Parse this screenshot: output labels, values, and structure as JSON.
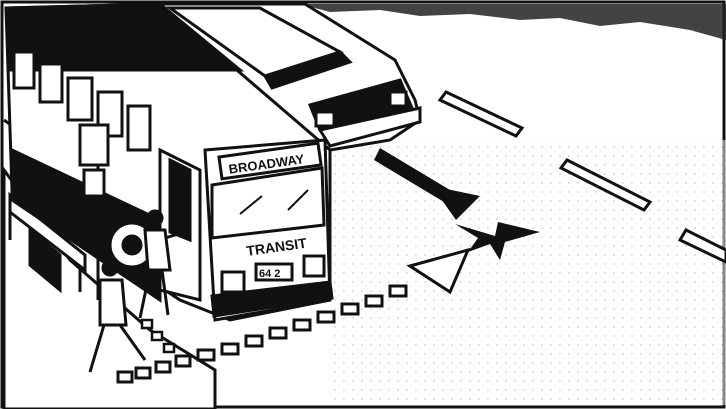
{
  "illustration": {
    "bus": {
      "destination_sign": "BROADWAY",
      "side_lettering": "TRANSIT",
      "route_plate": "64 2"
    },
    "colors": {
      "ink": "#111111",
      "paper": "#ffffff",
      "arrow_fill": "#1a1a1a"
    }
  }
}
